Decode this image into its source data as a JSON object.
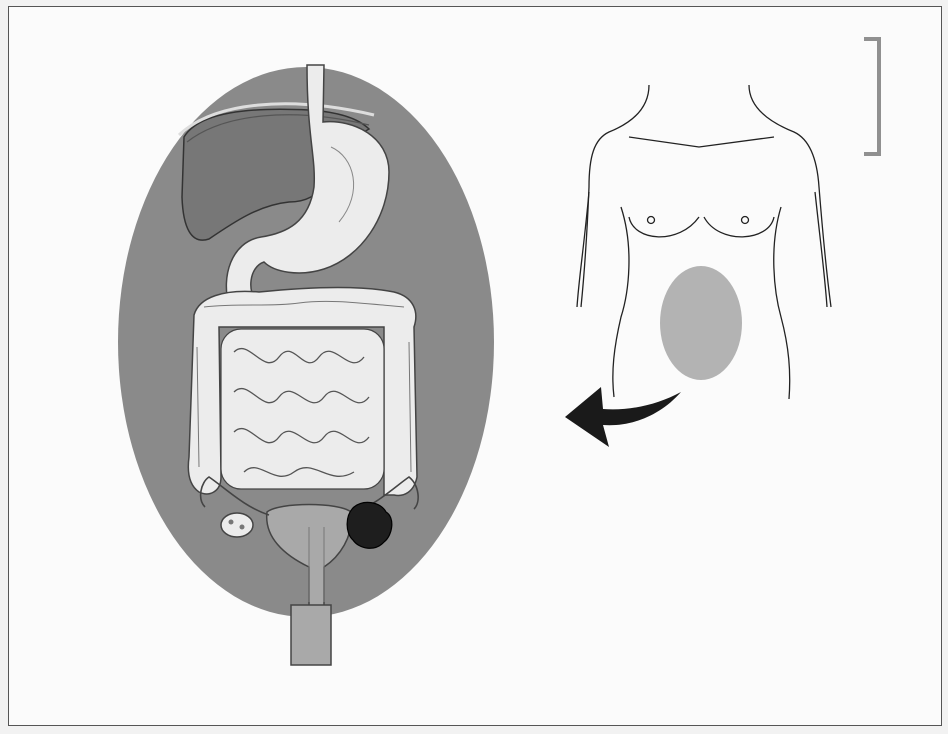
{
  "figure": {
    "palette": {
      "oval": "#8a8a8a",
      "liver": "#777777",
      "organ_light": "#ececec",
      "organ_outline": "#444444",
      "uterus": "#a9a9a9",
      "tumor": "#1e1e1e",
      "highlight": "#b3b3b3",
      "arrow": "#1a1a1a",
      "bracket": "#909090",
      "line": "#222222"
    },
    "icons": [
      "digestive-organs-illustration",
      "female-torso-outline",
      "curved-arrow-left",
      "bracket-mark"
    ]
  }
}
